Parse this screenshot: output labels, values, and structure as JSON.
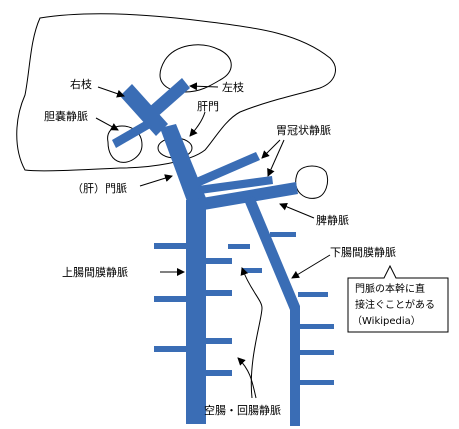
{
  "labels": {
    "right_branch": "右枝",
    "left_branch": "左枝",
    "cystic_vein": "胆嚢静脈",
    "porta_hepatis": "肝門",
    "left_gastric_vein": "胃冠状静脈",
    "portal_vein": "（肝）門脈",
    "splenic_vein": "脾静脈",
    "inferior_mesenteric_vein": "下腸間膜静脈",
    "superior_mesenteric_vein": "上腸間膜静脈",
    "jejunal_ileal_veins": "空腸・回腸静脈"
  },
  "note": {
    "line1": "門脈の本幹に直",
    "line2": "接注ぐことがある",
    "line3": "（Wikipedia）"
  },
  "colors": {
    "vein": "#3a6db5",
    "outline": "#000000"
  }
}
